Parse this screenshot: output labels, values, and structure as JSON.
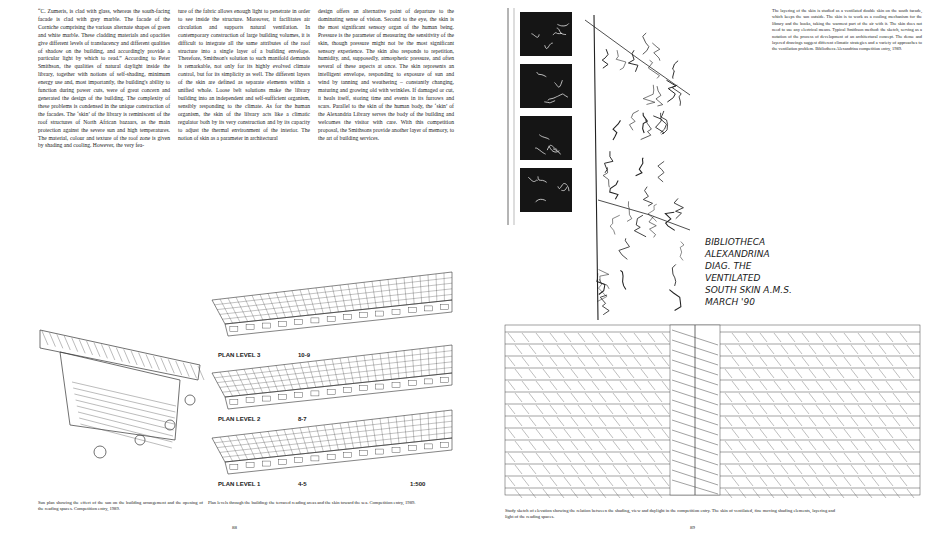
{
  "diagram": {
    "labels": [
      "“C. Zumeris, is clad with glass, whereas the south-facing facade is clad with grey marble. The facade of the Corniche comprising the various alternate shapes of green and white marble. These cladding materials and opacities give different levels of translucency and different qualities of shadow on the building, and accordingly provide a particular light by which to read.” According to Peter Smithson, the qualities of natural daylight inside the library, together with notions of self-shading, minimum energy use and, most importantly, the building's ability to function during power cuts, were of great concern and generated the design of the building. The complexity of these problems is condensed in the unique construction of the facades. The ‘skin’ of the library is reminiscent of the roof structures of North African bazaars, as the main protection against the severe sun and high temperatures. The material, colour and texture of the roof zone is given by shading and cooling. However, the very fea-",
      "ture of the fabric allows enough light to penetrate in order to see inside the structure. Moreover, it facilitates air circulation and supports natural ventilation. In contemporary construction of large building volumes, it is difficult to integrate all the same attributes of the roof structure into a single layer of a building envelope. Therefore, Smithson's solution to such manifold demands is remarkable, not only for its highly evolved climate control, but for its simplicity as well. The different layers of the skin are defined as separate elements within a unified whole. Loose belt solutions make the library building into an independent and self-sufficient organism, sensibly responding to the climate. As for the human organism, the skin of the library acts like a climatic regulator both by its very construction and by its capacity to adjust the thermal environment of the interior. The notion of skin as a parameter in architectural",
      "design offers an alternative point of departure to the dominating sense of vision. Second to the eye, the skin is the most significant sensory organ of the human being. Pressure is the parameter of measuring the sensitivity of the skin, though pressure might not be the most significant sensory experience. The skin also responds to repetition, humidity, and, supposedly, atmospheric pressure, and often several of these aspects at once. The skin represents an intelligent envelope, responding to exposure of sun and wind by tanning and weathering – constantly changing, maturing and growing old with wrinkles. If damaged or cut, it heals itself, storing time and events in its furrows and scars. Parallel to the skin of the human body, the ‘skin’ of the Alexandria Library serves the body of the building and welcomes the visitor with care. With this competition proposal, the Smithsons provide another layer of memory, to the art of building services.",
      "PLAN LEVEL 3",
      "10-9",
      "PLAN LEVEL 2",
      "8-7",
      "PLAN LEVEL 1",
      "4-5",
      "1:500",
      "Sun plan showing the effect of the sun on the building arrangement and the opening of the reading spaces. Competition entry, 1989.",
      "Plan levels through the building: the terraced reading areas and the skin toward the sea. Competition entry, 1989.",
      "88",
      "The layering of the skin is studied as a ventilated double skin on the south facade, which keeps the sun outside. The skin is to work as a cooling mechanism for the library and the books, taking the warmest part of the air with it. The skin does not need to use any electrical means. Typical Smithson method: the sketch, serving as a notation of the process of development of an architectural concept. The dense and layered drawings suggest different climatic strategies and a variety of approaches to the ventilation problem. Bibliotheca Alexandrina competition entry, 1989.",
      "BIBLIOTHECA ALEXANDRINA DIAG. THE VENTILATED SOUTH SKIN A.M.S. MARCH '90",
      "Study sketch of elevation showing the relation between the shading, view and daylight in the competition entry. The skin of ventilated, fine moving shading elements, layering and light of the reading spaces.",
      "89"
    ]
  }
}
